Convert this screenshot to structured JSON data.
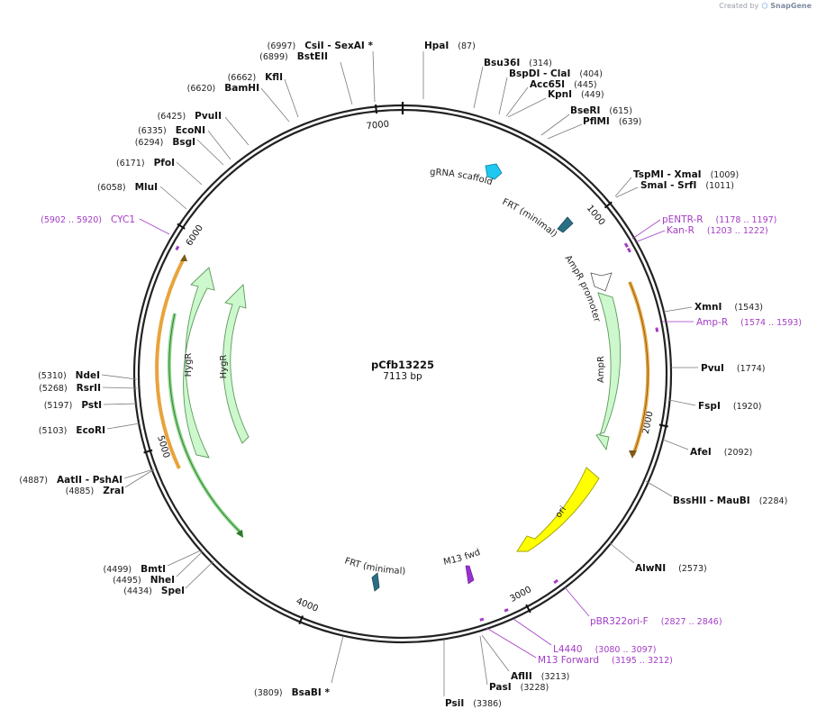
{
  "watermark": {
    "prefix": "Created by",
    "brand": "SnapGene"
  },
  "plasmid": {
    "name": "pCfb13225",
    "length_label": "7113 bp",
    "length": 7113
  },
  "ticks": [
    {
      "label": "1000",
      "position": 1000
    },
    {
      "label": "2000",
      "position": 2000
    },
    {
      "label": "3000",
      "position": 3000
    },
    {
      "label": "4000",
      "position": 4000
    },
    {
      "label": "5000",
      "position": 5000
    },
    {
      "label": "6000",
      "position": 6000
    },
    {
      "label": "7000",
      "position": 7000
    }
  ],
  "enzymes": [
    {
      "name": "HpaI",
      "pos_label": "(87)",
      "site": 87
    },
    {
      "name": "Bsu36I",
      "pos_label": "(314)",
      "site": 314
    },
    {
      "name": "BspDI  - ClaI",
      "pos_label": "(404)",
      "site": 404
    },
    {
      "name": "Acc65I",
      "pos_label": "(445)",
      "site": 445
    },
    {
      "name": "KpnI",
      "pos_label": "(449)",
      "site": 449
    },
    {
      "name": "BseRI",
      "pos_label": "(615)",
      "site": 615
    },
    {
      "name": "PflMI",
      "pos_label": "(639)",
      "site": 639
    },
    {
      "name": "TspMI  - XmaI",
      "pos_label": "(1009)",
      "site": 1009
    },
    {
      "name": "SmaI  - SrfI",
      "pos_label": "(1011)",
      "site": 1011
    },
    {
      "name": "XmnI",
      "pos_label": "(1543)",
      "site": 1543
    },
    {
      "name": "PvuI",
      "pos_label": "(1774)",
      "site": 1774
    },
    {
      "name": "FspI",
      "pos_label": "(1920)",
      "site": 1920
    },
    {
      "name": "AfeI",
      "pos_label": "(2092)",
      "site": 2092
    },
    {
      "name": "BssHII  - MauBI",
      "pos_label": "(2284)",
      "site": 2284
    },
    {
      "name": "AlwNI",
      "pos_label": "(2573)",
      "site": 2573
    },
    {
      "name": "AflII",
      "pos_label": "(3213)",
      "site": 3213
    },
    {
      "name": "PasI",
      "pos_label": "(3228)",
      "site": 3228
    },
    {
      "name": "PsiI",
      "pos_label": "(3386)",
      "site": 3386
    },
    {
      "name": "BsaBI  *",
      "pos_label": "(3809)",
      "site": 3809
    },
    {
      "name": "SpeI",
      "pos_label": "(4434)",
      "site": 4434
    },
    {
      "name": "NheI",
      "pos_label": "(4495)",
      "site": 4495
    },
    {
      "name": "BmtI",
      "pos_label": "(4499)",
      "site": 4499
    },
    {
      "name": "ZraI",
      "pos_label": "(4885)",
      "site": 4885
    },
    {
      "name": "AatII  - PshAI",
      "pos_label": "(4887)",
      "site": 4887
    },
    {
      "name": "EcoRI",
      "pos_label": "(5103)",
      "site": 5103
    },
    {
      "name": "PstI",
      "pos_label": "(5197)",
      "site": 5197
    },
    {
      "name": "RsrII",
      "pos_label": "(5268)",
      "site": 5268
    },
    {
      "name": "NdeI",
      "pos_label": "(5310)",
      "site": 5310
    },
    {
      "name": "MluI",
      "pos_label": "(6058)",
      "site": 6058
    },
    {
      "name": "PfoI",
      "pos_label": "(6171)",
      "site": 6171
    },
    {
      "name": "BsgI",
      "pos_label": "(6294)",
      "site": 6294
    },
    {
      "name": "EcoNI",
      "pos_label": "(6335)",
      "site": 6335
    },
    {
      "name": "PvuII",
      "pos_label": "(6425)",
      "site": 6425
    },
    {
      "name": "BamHI",
      "pos_label": "(6620)",
      "site": 6620
    },
    {
      "name": "KflI",
      "pos_label": "(6662)",
      "site": 6662
    },
    {
      "name": "BstEII",
      "pos_label": "(6899)",
      "site": 6899
    },
    {
      "name": "CsiI  - SexAI  *",
      "pos_label": "(6997)",
      "site": 6997
    }
  ],
  "primers": [
    {
      "name": "pENTR-R",
      "range_label": "(1178 .. 1197)",
      "start": 1178,
      "end": 1197
    },
    {
      "name": "Kan-R",
      "range_label": "(1203 .. 1222)",
      "start": 1203,
      "end": 1222
    },
    {
      "name": "Amp-R",
      "range_label": "(1574 .. 1593)",
      "start": 1574,
      "end": 1593
    },
    {
      "name": "pBR322ori-F",
      "range_label": "(2827 .. 2846)",
      "start": 2827,
      "end": 2846
    },
    {
      "name": "L4440",
      "range_label": "(3080 .. 3097)",
      "start": 3080,
      "end": 3097
    },
    {
      "name": "M13 Forward",
      "range_label": "(3195 .. 3212)",
      "start": 3195,
      "end": 3212
    },
    {
      "name": "CYC1",
      "range_label": "(5902 .. 5920)",
      "start": 5902,
      "end": 5920
    }
  ],
  "features": [
    {
      "label": "gRNA scaffold",
      "kind": "misc",
      "color": "#1ec8f0"
    },
    {
      "label": "FRT (minimal)",
      "kind": "site",
      "color": "#2a6f86"
    },
    {
      "label": "AmpR promoter",
      "kind": "promoter",
      "color": "#ffffff"
    },
    {
      "label": "AmpR",
      "kind": "cds",
      "color": "#cdf7cd"
    },
    {
      "label": "ori",
      "kind": "origin",
      "color": "#ffff00"
    },
    {
      "label": "M13 fwd",
      "kind": "primer_bind",
      "color": "#9b2fd6"
    },
    {
      "label": "FRT (minimal)",
      "kind": "site",
      "color": "#2a6f86"
    },
    {
      "label": "HygR",
      "kind": "cds",
      "color": "#cdf7cd"
    },
    {
      "label": "HygR",
      "kind": "cds",
      "color": "#cdf7cd"
    }
  ],
  "colors": {
    "backbone": "#222222",
    "cds": "#cdf7cd",
    "orf": "#e8a33c",
    "primer": "#a33cc4",
    "origin": "#ffff00"
  }
}
